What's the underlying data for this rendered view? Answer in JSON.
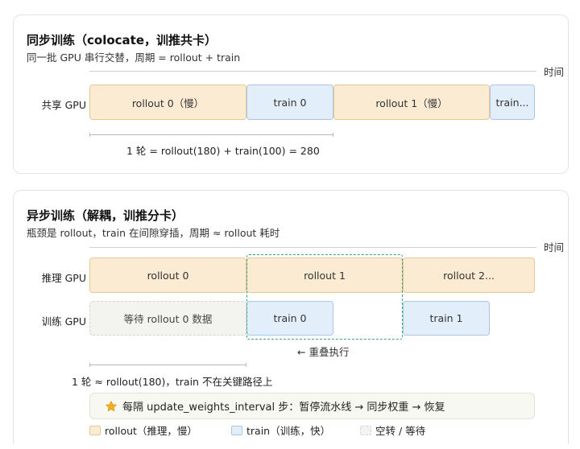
{
  "sync": {
    "title": "同步训练（colocate，训推共卡）",
    "subtitle": "同一批 GPU 串行交替，周期 = rollout + train",
    "time_label": "时间",
    "row_label": "共享 GPU",
    "blocks": [
      "rollout 0（慢）",
      "train 0",
      "rollout 1（慢）",
      "train..."
    ],
    "measure_label": "1 轮 = rollout(180) + train(100) = 280"
  },
  "async": {
    "title": "异步训练（解耦，训推分卡）",
    "subtitle": "瓶颈是 rollout，train 在间隙穿插，周期 ≈ rollout 耗时",
    "time_label": "时间",
    "rows": [
      {
        "label": "推理 GPU",
        "blocks": [
          "rollout 0",
          "rollout 1",
          "rollout 2..."
        ]
      },
      {
        "label": "训练 GPU",
        "blocks": [
          "等待 rollout 0 数据",
          "train 0",
          "train 1"
        ]
      }
    ],
    "overlap_label": "← 重叠执行",
    "measure_label": "1 轮 ≈ rollout(180)，train 不在关键路径上",
    "note": "每隔 update_weights_interval 步：暂停流水线 → 同步权重 → 恢复",
    "note_icon": "star-icon"
  },
  "legend": [
    {
      "label": "rollout（推理，慢）",
      "color": "#fbebd3"
    },
    {
      "label": "train（训练，快）",
      "color": "#e2eefa"
    },
    {
      "label": "空转 / 等待",
      "color": "#f3f3ef"
    }
  ]
}
